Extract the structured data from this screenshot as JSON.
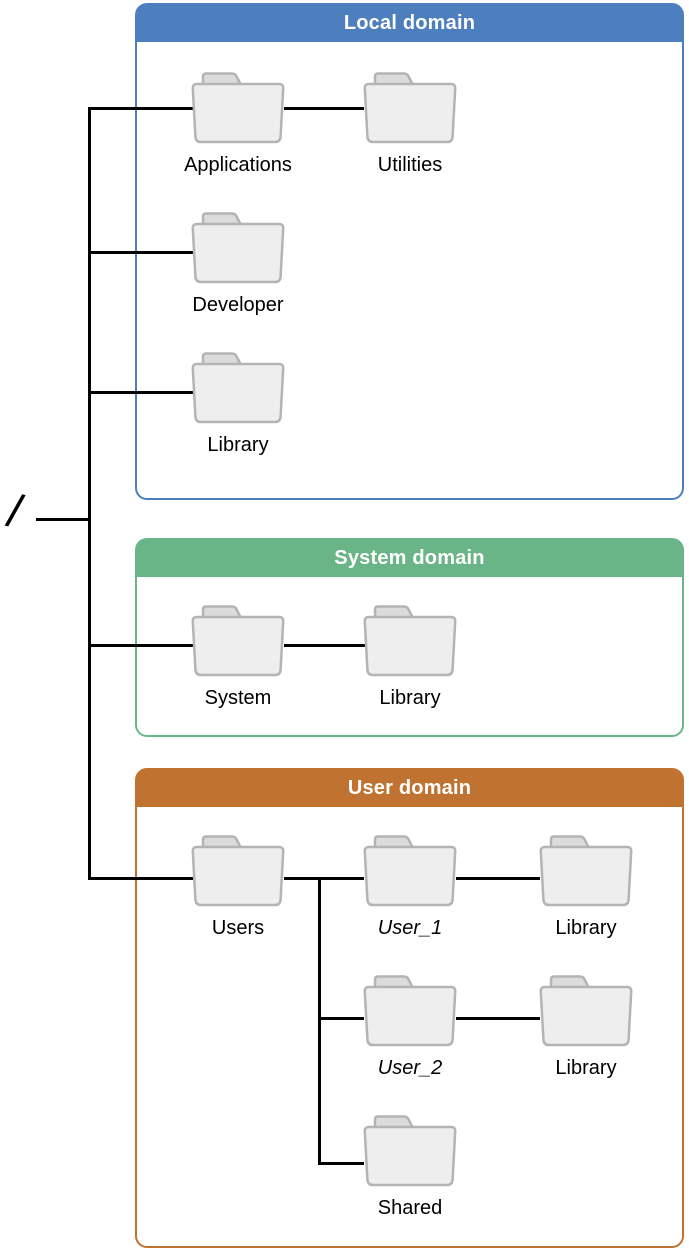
{
  "diagram": {
    "root_symbol": "/",
    "domains": [
      {
        "title": "Local domain",
        "color": "#4D7EBE",
        "folders": [
          {
            "label": "Applications",
            "italic": false
          },
          {
            "label": "Utilities",
            "italic": false
          },
          {
            "label": "Developer",
            "italic": false
          },
          {
            "label": "Library",
            "italic": false
          }
        ]
      },
      {
        "title": "System domain",
        "color": "#6AB588",
        "folders": [
          {
            "label": "System",
            "italic": false
          },
          {
            "label": "Library",
            "italic": false
          }
        ]
      },
      {
        "title": "User domain",
        "color": "#C07231",
        "folders": [
          {
            "label": "Users",
            "italic": false
          },
          {
            "label": "User_1",
            "italic": true
          },
          {
            "label": "Library",
            "italic": false
          },
          {
            "label": "User_2",
            "italic": true
          },
          {
            "label": "Library",
            "italic": false
          },
          {
            "label": "Shared",
            "italic": false
          }
        ]
      }
    ],
    "palette": {
      "folder_body": "#EEEEEE",
      "folder_tab": "#DBDBDB",
      "folder_outline": "#B4B4B4",
      "line_color": "#000000"
    }
  }
}
